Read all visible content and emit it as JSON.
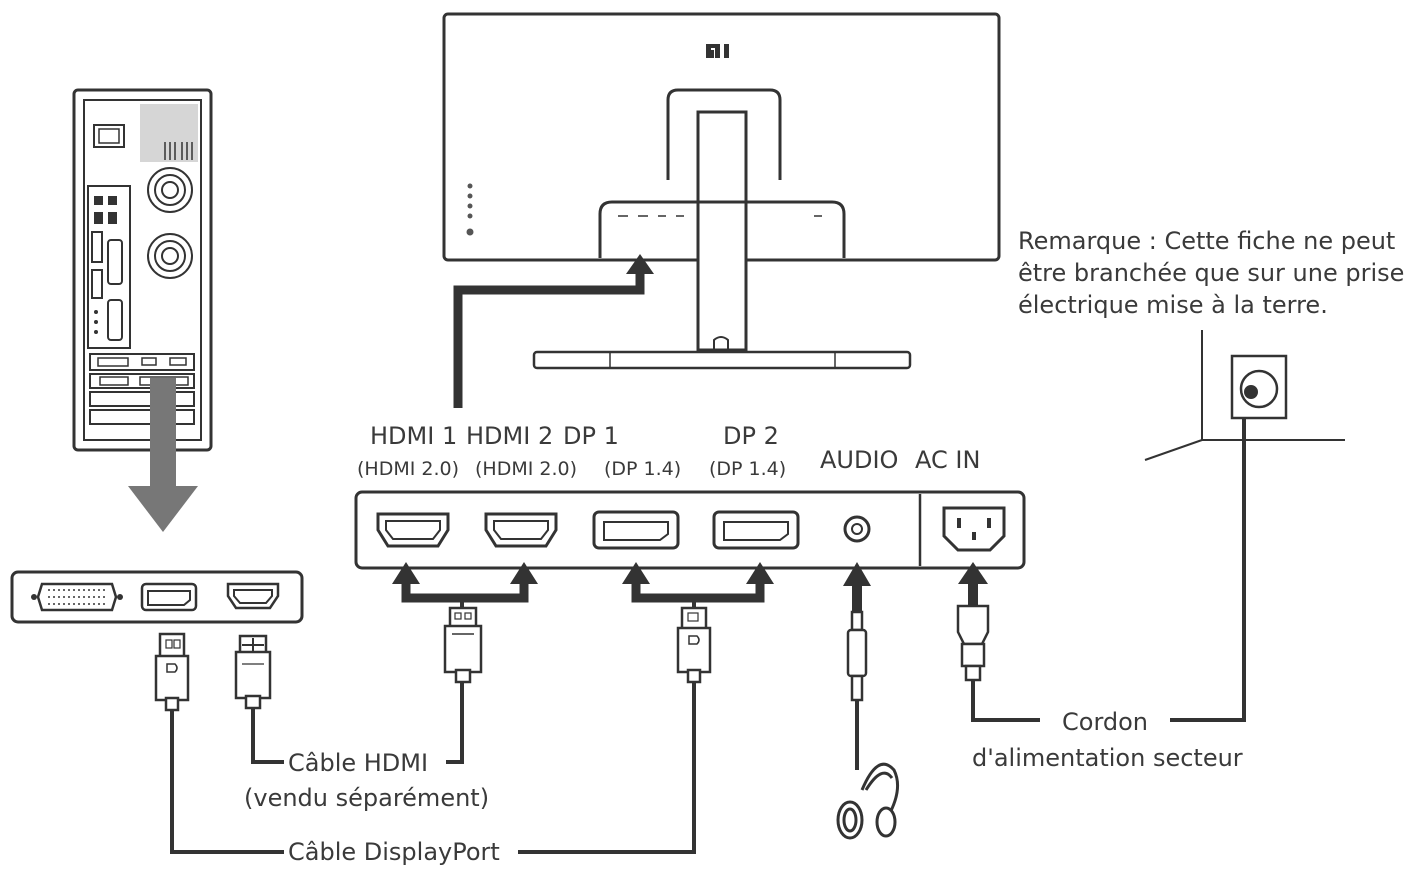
{
  "monitor": {
    "logo": "mi"
  },
  "ports": {
    "hdmi1": {
      "name": "HDMI 1",
      "spec": "(HDMI 2.0)"
    },
    "hdmi2": {
      "name": "HDMI 2",
      "spec": "(HDMI 2.0)"
    },
    "dp1": {
      "name": "DP 1",
      "spec": "(DP 1.4)"
    },
    "dp2": {
      "name": "DP 2",
      "spec": "(DP 1.4)"
    },
    "audio": {
      "name": "AUDIO"
    },
    "acin": {
      "name": "AC IN"
    }
  },
  "note": {
    "line1": "Remarque : Cette fiche ne peut",
    "line2": "être branchée que sur une prise",
    "line3": "électrique mise à la terre."
  },
  "cables": {
    "hdmi": {
      "label": "Câble HDMI",
      "sub": "(vendu séparément)"
    },
    "displayport": {
      "label": "Câble DisplayPort"
    },
    "power": {
      "label": "Cordon",
      "sub": "d'alimentation secteur"
    }
  },
  "icons": [
    "pc-tower-icon",
    "monitor-back-icon",
    "headphones-icon",
    "wall-socket-icon",
    "hdmi-plug-icon",
    "dp-plug-icon",
    "power-plug-icon",
    "audio-jack-icon"
  ],
  "colors": {
    "line": "#333333",
    "arrow_pc": "#777777",
    "fill": "#ffffff"
  }
}
